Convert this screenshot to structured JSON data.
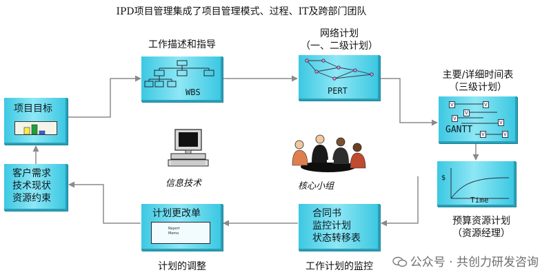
{
  "title": "IPD项目管理集成了项目管理模式、过程、IT及跨部门团队",
  "nodes": {
    "project_goal": {
      "label": "项目目标"
    },
    "wbs": {
      "caption": "工作描述和指导",
      "label": "WBS"
    },
    "pert": {
      "caption_line1": "网络计划",
      "caption_line2": "（一、二级计划）",
      "label": "PERT"
    },
    "gantt": {
      "caption_line1": "主要/详细时间表",
      "caption_line2": "（三级计划）",
      "label": "GANTT",
      "marks": [
        "V",
        "V",
        "V",
        "V",
        "V",
        "V",
        "V"
      ]
    },
    "budget": {
      "axis_y": "$",
      "axis_x": "Time",
      "caption_line1": "预算资源计划",
      "caption_line2": "（资源经理）"
    },
    "monitoring": {
      "line1": "合同书",
      "line2": "监控计划",
      "line3": "状态转移表",
      "caption": "工作计划的监控"
    },
    "change": {
      "label": "计划更改单",
      "caption": "计划的调整",
      "doc_line1": "Report",
      "doc_line2": "Memo"
    },
    "customer": {
      "line1": "客户需求",
      "line2": "技术现状",
      "line3": "资源约束"
    }
  },
  "labels": {
    "it": "信息技术",
    "core_team": "核心小组"
  },
  "watermark": "公众号 · 共创力研发咨询",
  "colors": {
    "box": "#5fd6ec",
    "arrow": "#888888"
  }
}
